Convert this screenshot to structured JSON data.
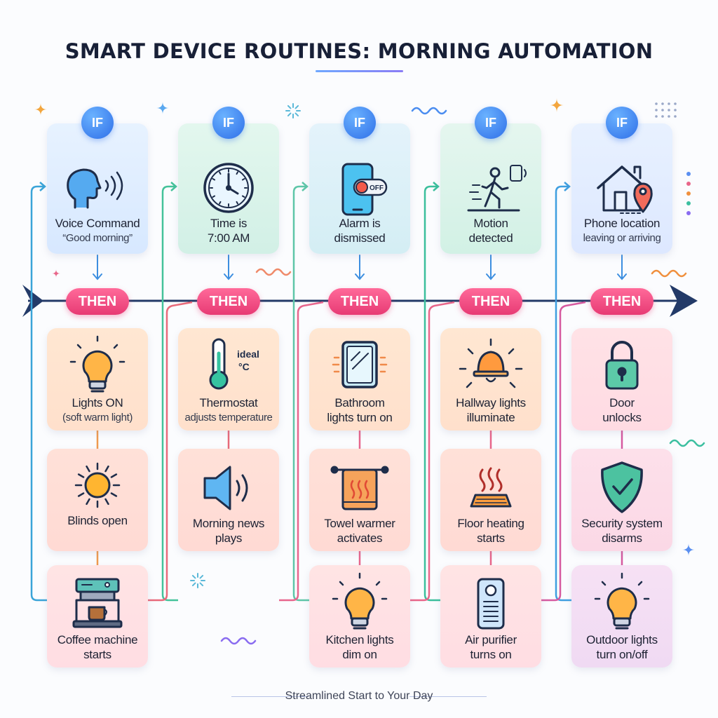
{
  "title": "SMART DEVICE ROUTINES: MORNING AUTOMATION",
  "footer": "Streamlined Start to Your Day",
  "if_label": "IF",
  "then_label": "THEN",
  "colors": {
    "title": "#182037",
    "timeline_arrow": "#233a68",
    "if_badge": "#2f6fe8",
    "then_badge": "#e73a74"
  },
  "routines": [
    {
      "trigger": {
        "icon": "voice-command-icon",
        "line1": "Voice Command",
        "line2": "“Good morning”"
      },
      "actions": [
        {
          "icon": "lightbulb-icon",
          "line1": "Lights ON",
          "line2": "(soft warm light)"
        },
        {
          "icon": "sun-icon",
          "line1": "Blinds open",
          "line2": ""
        },
        {
          "icon": "coffee-machine-icon",
          "line1": "Coffee machine",
          "line2": "starts"
        }
      ]
    },
    {
      "trigger": {
        "icon": "clock-icon",
        "line1": "Time is",
        "line2": "7:00 AM"
      },
      "actions": [
        {
          "icon": "thermometer-icon",
          "icon_text": "ideal °C",
          "line1": "Thermostat",
          "line2": "adjusts temperature"
        },
        {
          "icon": "speaker-icon",
          "line1": "Morning news",
          "line2": "plays"
        }
      ]
    },
    {
      "trigger": {
        "icon": "phone-alarm-off-icon",
        "icon_text": "OFF",
        "line1": "Alarm is",
        "line2": "dismissed"
      },
      "actions": [
        {
          "icon": "mirror-icon",
          "line1": "Bathroom",
          "line2": "lights turn on"
        },
        {
          "icon": "towel-warmer-icon",
          "line1": "Towel warmer",
          "line2": "activates"
        },
        {
          "icon": "lightbulb-icon",
          "line1": "Kitchen lights",
          "line2": "dim on"
        }
      ]
    },
    {
      "trigger": {
        "icon": "walking-person-icon",
        "line1": "Motion",
        "line2": "detected"
      },
      "actions": [
        {
          "icon": "ceiling-lamp-icon",
          "line1": "Hallway lights",
          "line2": "illuminate"
        },
        {
          "icon": "floor-heating-icon",
          "line1": "Floor heating",
          "line2": "starts"
        },
        {
          "icon": "air-purifier-icon",
          "line1": "Air purifier",
          "line2": "turns on"
        }
      ]
    },
    {
      "trigger": {
        "icon": "home-location-icon",
        "line1": "Phone location",
        "line2": "leaving or arriving"
      },
      "actions": [
        {
          "icon": "padlock-icon",
          "line1": "Door",
          "line2": "unlocks"
        },
        {
          "icon": "shield-check-icon",
          "line1": "Security system",
          "line2": "disarms"
        },
        {
          "icon": "lightbulb-icon",
          "line1": "Outdoor lights",
          "line2": "turn on/off"
        }
      ]
    }
  ]
}
